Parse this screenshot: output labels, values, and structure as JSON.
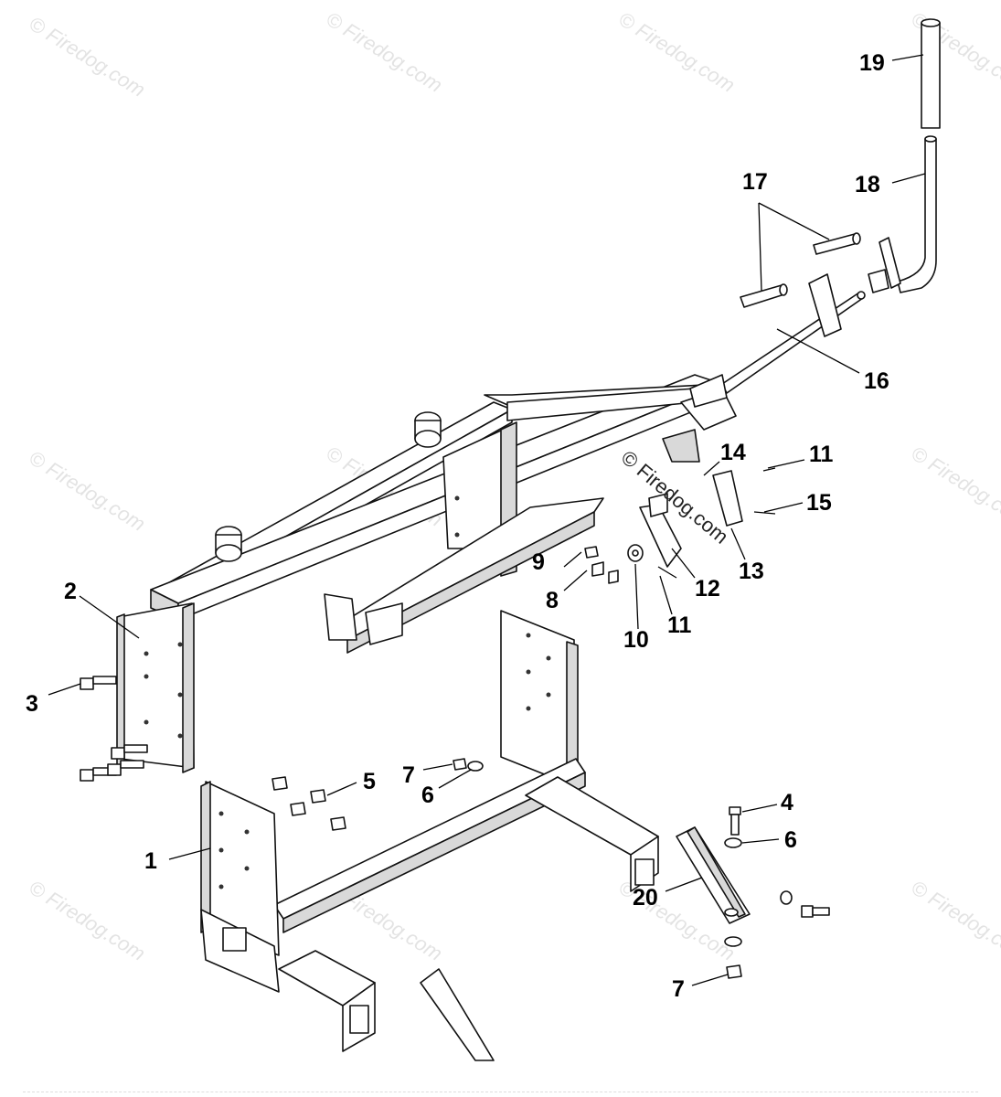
{
  "watermark": {
    "text": "© Firedog.com",
    "color": "#e3e3e3"
  },
  "callouts": [
    {
      "id": "1",
      "label": "1"
    },
    {
      "id": "2",
      "label": "2"
    },
    {
      "id": "3",
      "label": "3"
    },
    {
      "id": "4",
      "label": "4"
    },
    {
      "id": "5",
      "label": "5"
    },
    {
      "id": "6a",
      "label": "6"
    },
    {
      "id": "6b",
      "label": "6"
    },
    {
      "id": "7a",
      "label": "7"
    },
    {
      "id": "7b",
      "label": "7"
    },
    {
      "id": "8",
      "label": "8"
    },
    {
      "id": "9",
      "label": "9"
    },
    {
      "id": "10",
      "label": "10"
    },
    {
      "id": "11a",
      "label": "11"
    },
    {
      "id": "11b",
      "label": "11"
    },
    {
      "id": "12",
      "label": "12"
    },
    {
      "id": "13",
      "label": "13"
    },
    {
      "id": "14",
      "label": "14"
    },
    {
      "id": "15",
      "label": "15"
    },
    {
      "id": "16",
      "label": "16"
    },
    {
      "id": "17",
      "label": "17"
    },
    {
      "id": "18",
      "label": "18"
    },
    {
      "id": "19",
      "label": "19"
    },
    {
      "id": "20",
      "label": "20"
    }
  ]
}
